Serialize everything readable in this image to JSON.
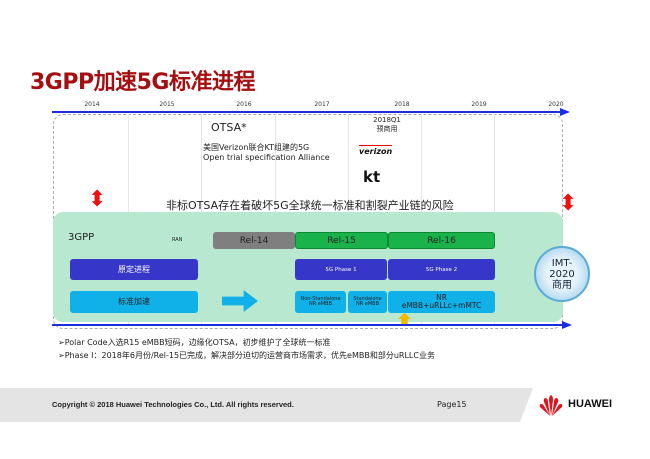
{
  "title": "3GPP加速5G标准进程",
  "years": [
    "2014",
    "2015",
    "2016",
    "2017",
    "2018",
    "2019",
    "2020"
  ],
  "otsa": {
    "heading": "OTSA*",
    "line1": "美国Verizon联合KT组建的5G",
    "line2": "Open trial specification Alliance"
  },
  "milestone": {
    "line1": "2018Q1",
    "line2": "预商用"
  },
  "logos": {
    "verizon": "verizon",
    "kt": "kt"
  },
  "risk": "非标OTSA存在着破坏5G全球统一标准和割裂产业链的风险",
  "gpp": {
    "label": "3GPP",
    "ran": "RAN",
    "rel14": "Rel-14",
    "rel15": "Rel-15",
    "rel16": "Rel-16",
    "original": "原定进程",
    "phase1": "5G Phase 1",
    "phase2": "5G Phase 2",
    "accel": "标准加速",
    "nsa1": "Non-Standalone",
    "nsa2": "NR eMBB",
    "sa1": "Standalone",
    "sa2": "NR eMBB",
    "nr1": "NR",
    "nr2": "eMBB+uRLLc+mMTC",
    "imt1": "IMT-",
    "imt2": "2020",
    "imt3": "商用"
  },
  "bullets": [
    "Polar Code入选R15 eMBB短码，边缘化OTSA，初步维护了全球统一标准",
    "Phase I：2018年6月份/Rel-15已完成，解决部分迫切的运营商市场需求，优先eMBB和部分uRLLC业务"
  ],
  "footer": {
    "copyright": "Copyright © 2018 Huawei Technologies Co., Ltd. All rights reserved.",
    "page": "Page15",
    "brand": "HUAWEI"
  }
}
